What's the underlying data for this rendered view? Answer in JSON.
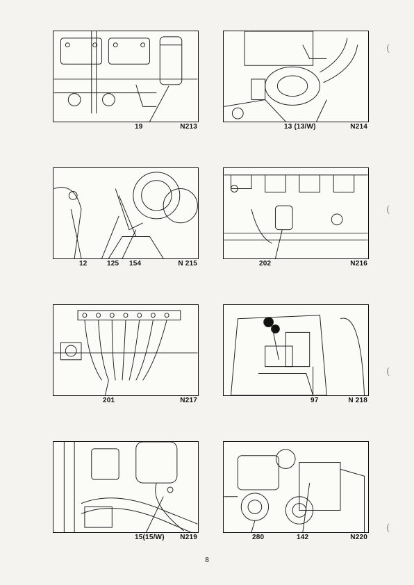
{
  "panels": [
    {
      "fig": "N213",
      "callouts": [
        "19"
      ]
    },
    {
      "fig": "N214",
      "callouts": [
        "13 (13/W)"
      ]
    },
    {
      "fig": "N 215",
      "callouts": [
        "12",
        "125",
        "154"
      ]
    },
    {
      "fig": "N216",
      "callouts": [
        "202"
      ]
    },
    {
      "fig": "N217",
      "callouts": [
        "201"
      ]
    },
    {
      "fig": "N 218",
      "callouts": [
        "97"
      ]
    },
    {
      "fig": "N219",
      "callouts": [
        "15(15/W)"
      ]
    },
    {
      "fig": "N220",
      "callouts": [
        "280",
        "142"
      ]
    }
  ],
  "page_number": "8",
  "margin_marks": [
    "(",
    "(",
    "(",
    "("
  ]
}
